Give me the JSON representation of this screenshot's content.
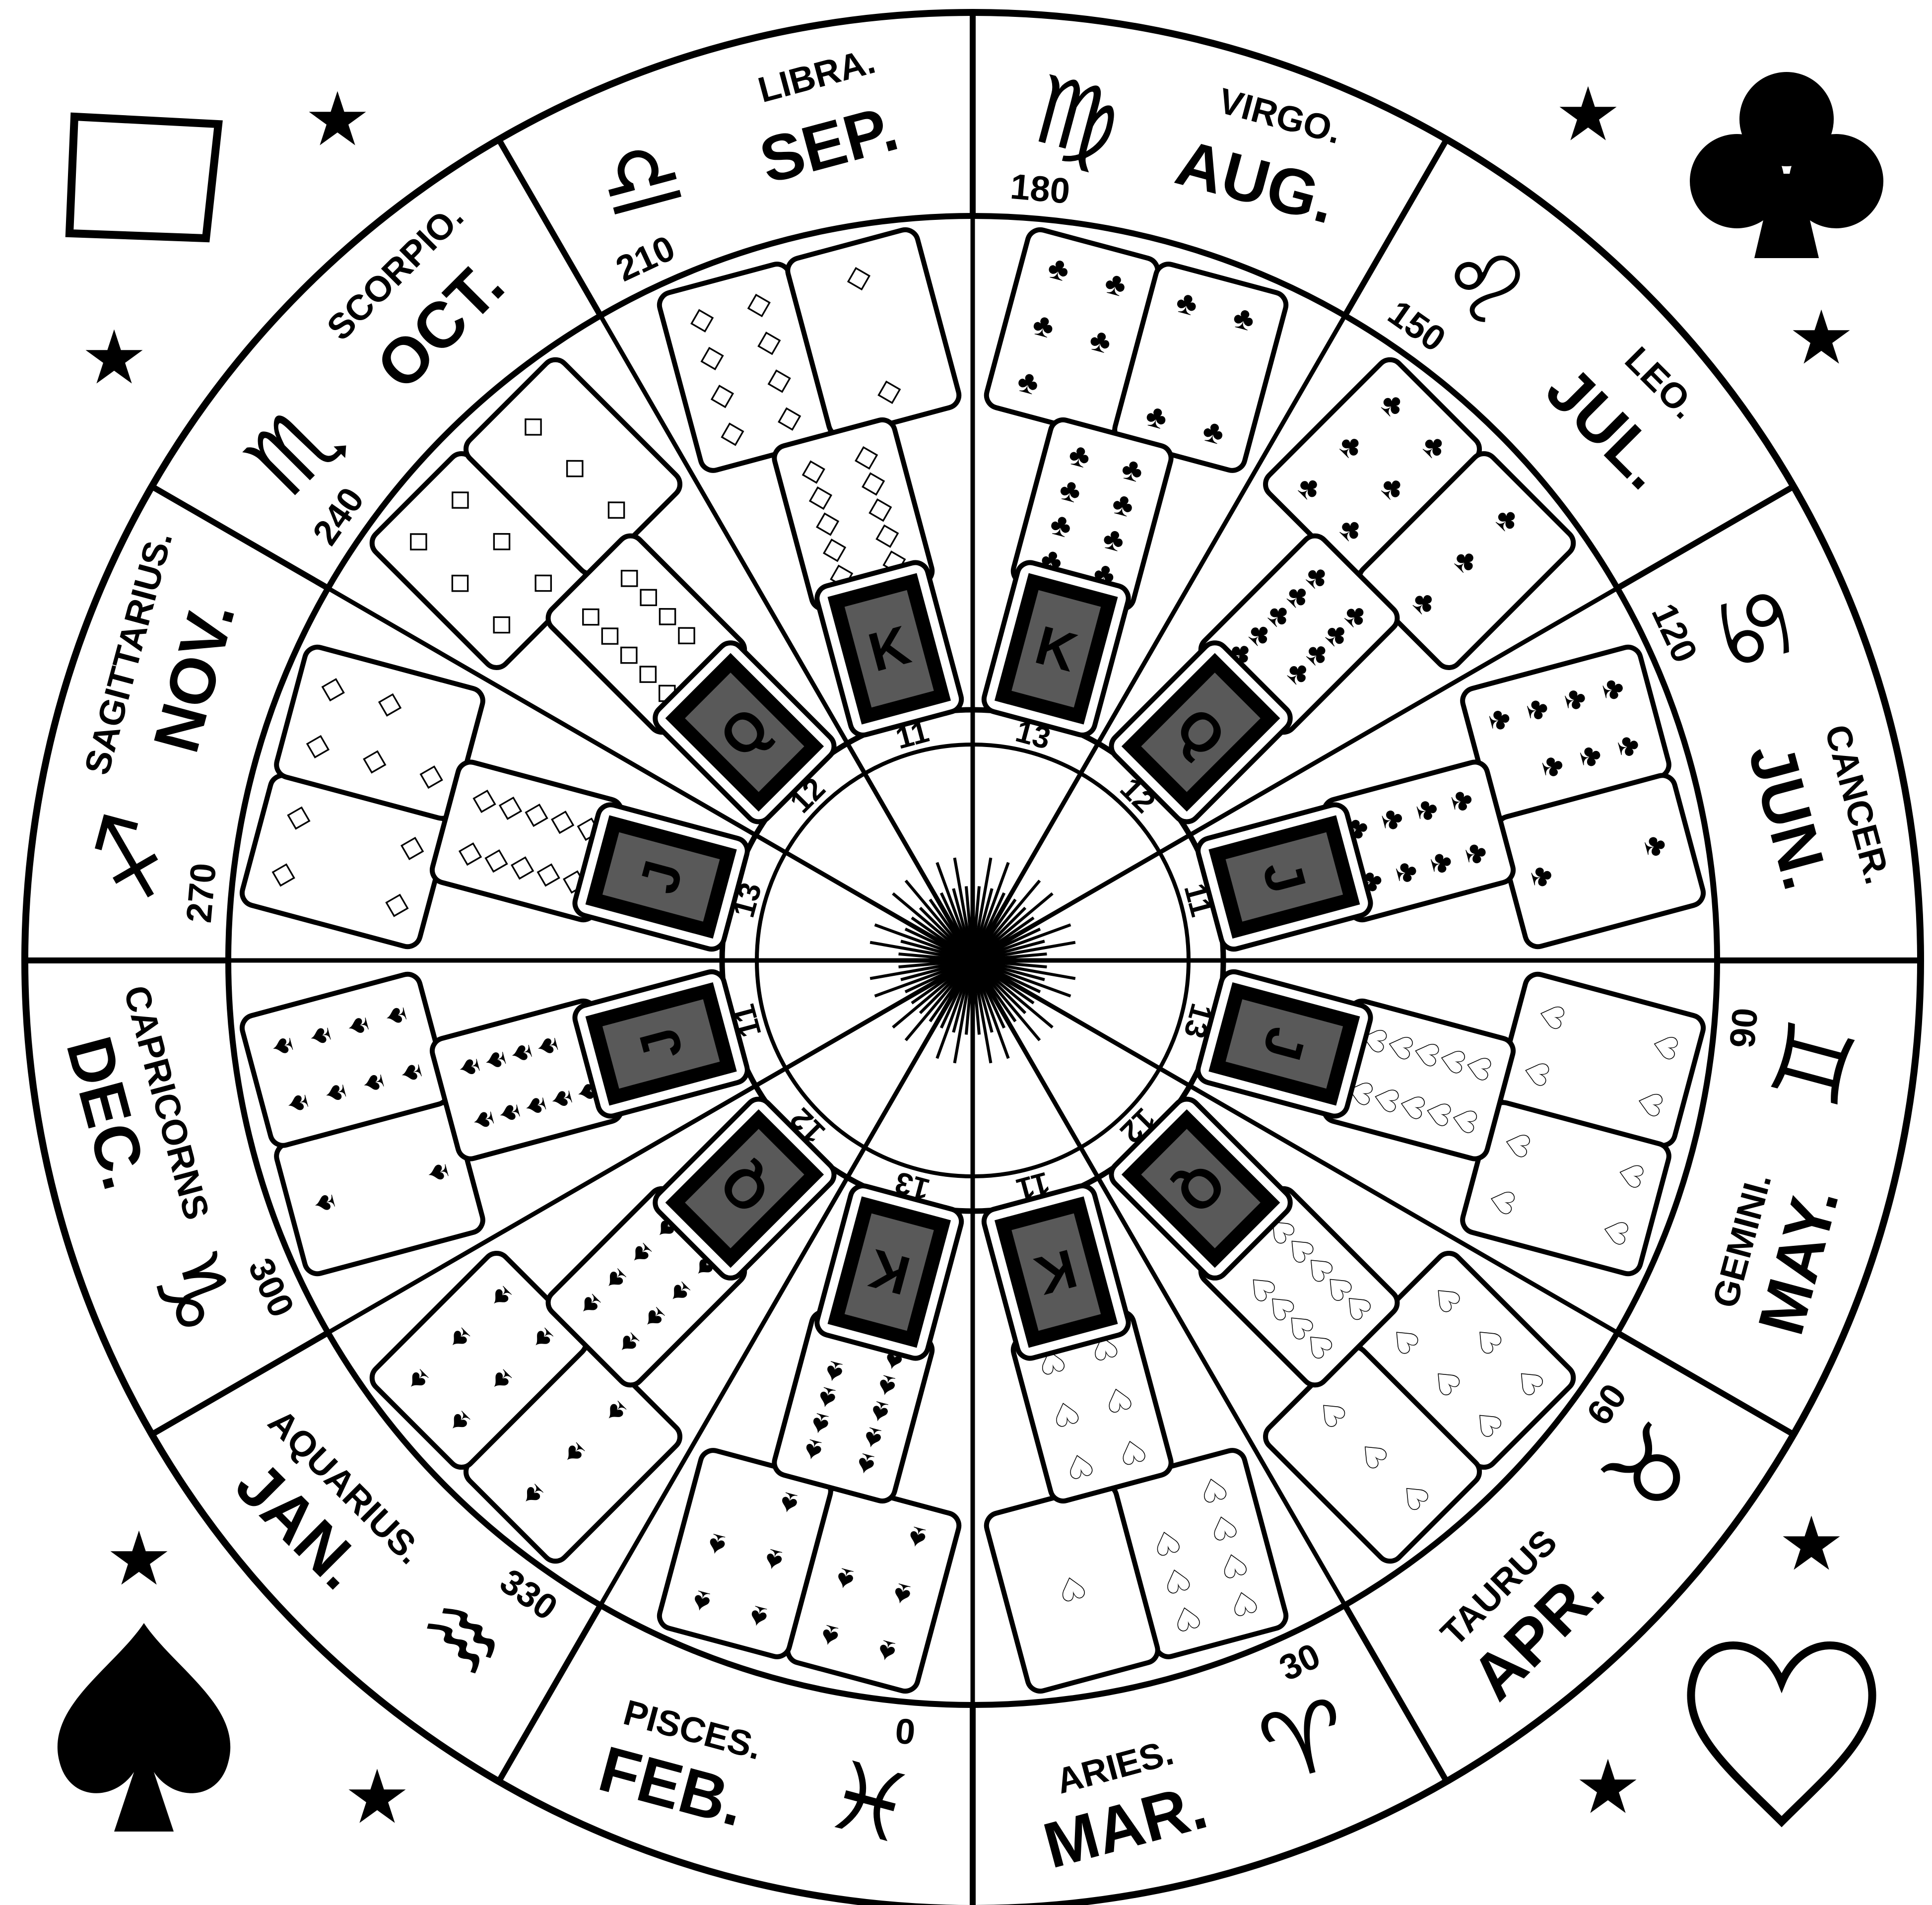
{
  "colors": {
    "ink": "#000000",
    "paper": "#ffffff"
  },
  "months": [
    {
      "key": "mar",
      "month": "MAR.",
      "sign": "ARIES.",
      "glyph": "♈",
      "degree": "30",
      "cards": {
        "suit": "hearts",
        "pips": [
          7,
          1
        ],
        "middle": 6,
        "court": "K"
      }
    },
    {
      "key": "apr",
      "month": "APR.",
      "sign": "TAURUS",
      "glyph": "♉",
      "degree": "60",
      "cards": {
        "suit": "hearts",
        "pips": [
          6,
          3
        ],
        "middle": 9,
        "court": "Q"
      }
    },
    {
      "key": "may",
      "month": "MAY.",
      "sign": "GEMINI.",
      "glyph": "♊",
      "degree": "90",
      "cards": {
        "suit": "hearts",
        "pips": [
          4,
          4
        ],
        "middle": 10,
        "court": "J"
      }
    },
    {
      "key": "jun",
      "month": "JUN.",
      "sign": "CANCER.",
      "glyph": "♋",
      "degree": "120",
      "cards": {
        "suit": "clubs",
        "pips": [
          7,
          2
        ],
        "middle": 8,
        "court": "J"
      }
    },
    {
      "key": "jul",
      "month": "JUL.",
      "sign": "LEO.",
      "glyph": "♌",
      "degree": "150",
      "cards": {
        "suit": "clubs",
        "pips": [
          6,
          3
        ],
        "middle": 9,
        "court": "Q"
      }
    },
    {
      "key": "aug",
      "month": "AUG.",
      "sign": "VIRGO.",
      "glyph": "♍",
      "degree": "180",
      "cards": {
        "suit": "clubs",
        "pips": [
          5,
          4
        ],
        "middle": 8,
        "court": "K"
      }
    },
    {
      "key": "sep",
      "month": "SEP.",
      "sign": "LIBRA.",
      "glyph": "♎",
      "degree": "210",
      "cards": {
        "suit": "diamonds",
        "pips": [
          8,
          2
        ],
        "middle": 10,
        "court": "K"
      }
    },
    {
      "key": "oct",
      "month": "OCT.",
      "sign": "SCORPIO.",
      "glyph": "♏",
      "degree": "240",
      "cards": {
        "suit": "diamonds",
        "pips": [
          6,
          3
        ],
        "middle": 9,
        "court": "Q"
      }
    },
    {
      "key": "nov",
      "month": "NOV.",
      "sign": "SAGITTARIUS.",
      "glyph": "♐",
      "degree": "270",
      "cards": {
        "suit": "diamonds",
        "pips": [
          4,
          5
        ],
        "middle": 10,
        "court": "J"
      }
    },
    {
      "key": "dec",
      "month": "DEC.",
      "sign": "CAPRICORNS",
      "glyph": "♑",
      "degree": "300",
      "cards": {
        "suit": "spades",
        "pips": [
          2,
          8
        ],
        "middle": 9,
        "court": "J"
      }
    },
    {
      "key": "jan",
      "month": "JAN.",
      "sign": "AQUARIUS.",
      "glyph": "♒",
      "degree": "330",
      "cards": {
        "suit": "spades",
        "pips": [
          3,
          6
        ],
        "middle": 8,
        "court": "Q"
      }
    },
    {
      "key": "feb",
      "month": "FEB.",
      "sign": "PISCES.",
      "glyph": "♓",
      "degree": "0",
      "cards": {
        "suit": "spades",
        "pips": [
          5,
          5
        ],
        "middle": 9,
        "court": "K"
      }
    }
  ],
  "inner_numbers": [
    "13",
    "12",
    "11",
    "13",
    "12",
    "11",
    "13",
    "12",
    "11",
    "13",
    "12",
    "11"
  ],
  "corner_suits": {
    "top_left": "diamond-icon",
    "top_right": "club-icon",
    "bottom_left": "spade-icon",
    "bottom_right": "heart-icon"
  },
  "corner_star": "★",
  "suit_glyphs": {
    "hearts": "♡",
    "diamonds": "◇",
    "clubs": "♣",
    "spades": "♠"
  }
}
